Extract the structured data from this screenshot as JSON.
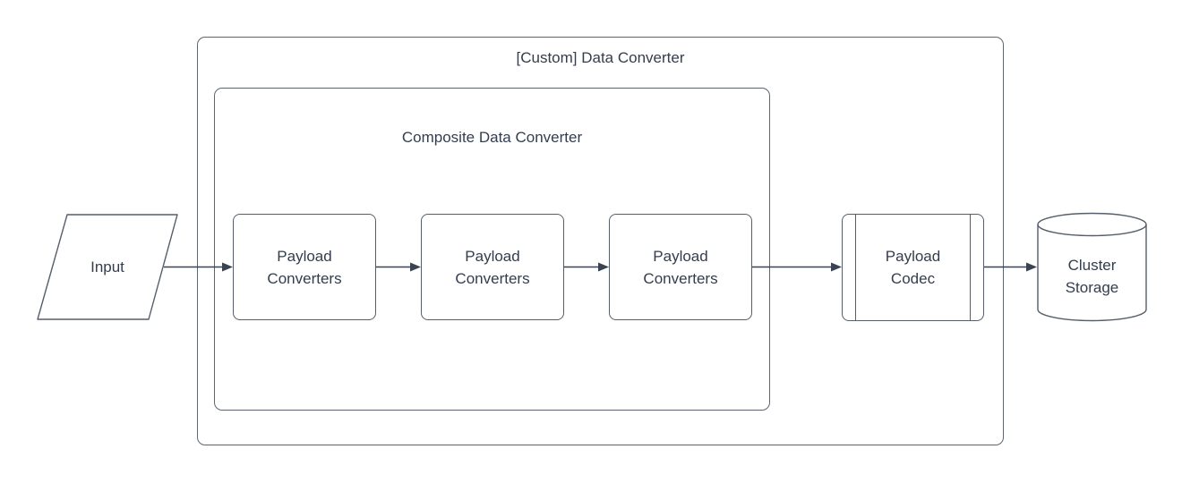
{
  "diagram": {
    "background": "#ffffff",
    "outer_container": {
      "title": "[Custom] Data Converter"
    },
    "inner_container": {
      "title": "Composite Data Converter"
    },
    "input_node": {
      "label": "Input",
      "shape": "parallelogram"
    },
    "payload_converters": [
      {
        "label": "Payload Converters"
      },
      {
        "label": "Payload Converters"
      },
      {
        "label": "Payload Converters"
      }
    ],
    "payload_codec": {
      "label": "Payload Codec",
      "shape": "predefined-process"
    },
    "cluster_storage": {
      "label": "Cluster Storage",
      "shape": "cylinder"
    },
    "colors": {
      "shape_stroke": "#555E6B",
      "container_stroke": "#5E6571",
      "arrow": "#3A4350",
      "text": "#343D4D",
      "fill": "#ffffff"
    }
  }
}
